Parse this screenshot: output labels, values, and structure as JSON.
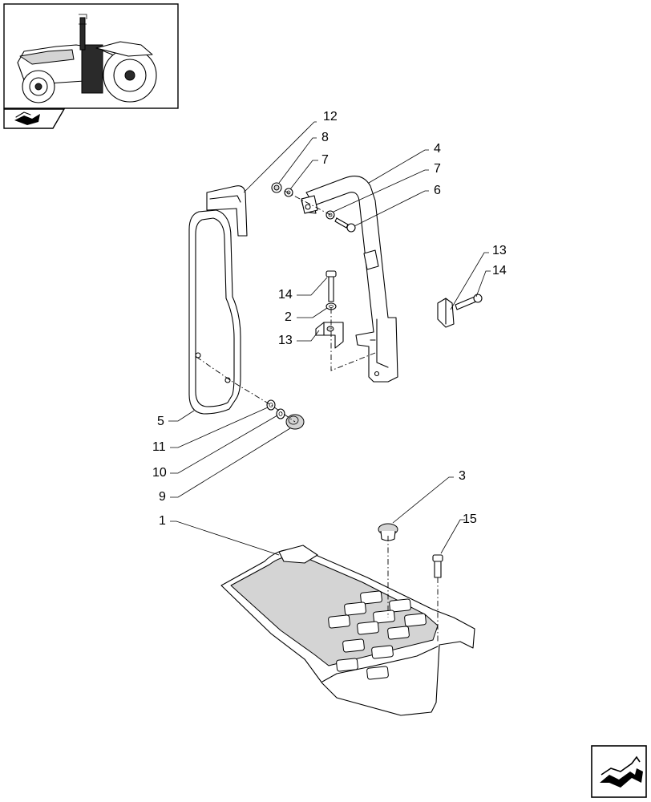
{
  "diagram": {
    "callouts": [
      {
        "id": "c12",
        "label": "12"
      },
      {
        "id": "c8",
        "label": "8"
      },
      {
        "id": "c7a",
        "label": "7"
      },
      {
        "id": "c4",
        "label": "4"
      },
      {
        "id": "c7b",
        "label": "7"
      },
      {
        "id": "c6",
        "label": "6"
      },
      {
        "id": "c13a",
        "label": "13"
      },
      {
        "id": "c14a",
        "label": "14"
      },
      {
        "id": "c14b",
        "label": "14"
      },
      {
        "id": "c2",
        "label": "2"
      },
      {
        "id": "c13b",
        "label": "13"
      },
      {
        "id": "c5",
        "label": "5"
      },
      {
        "id": "c11",
        "label": "11"
      },
      {
        "id": "c10",
        "label": "10"
      },
      {
        "id": "c9",
        "label": "9"
      },
      {
        "id": "c3",
        "label": "3"
      },
      {
        "id": "c15",
        "label": "15"
      },
      {
        "id": "c1",
        "label": "1"
      }
    ]
  },
  "colors": {
    "line": "#000000",
    "shade": "#d4d4d4",
    "background": "#ffffff"
  },
  "icons": {
    "thumbnail": "tractor-thumbnail-icon",
    "page_nav": "page-flip-arrow-icon",
    "section_nav": "section-arrow-icon"
  }
}
